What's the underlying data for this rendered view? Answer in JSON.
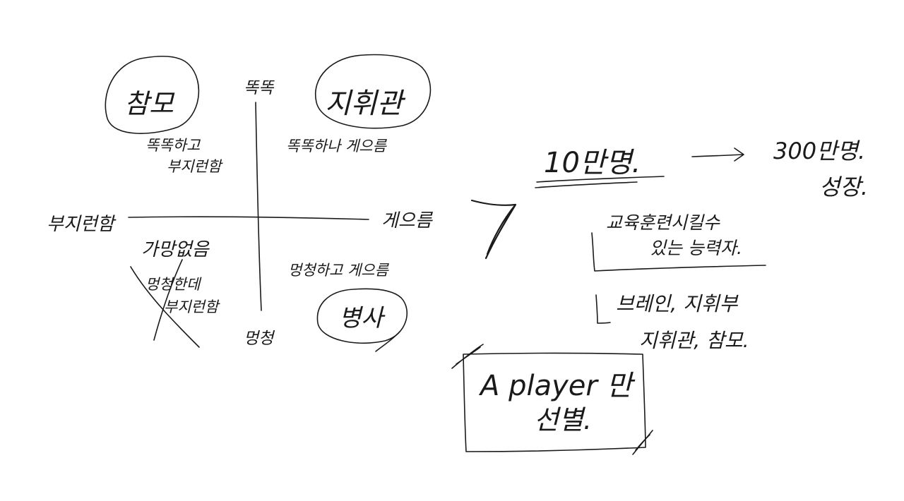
{
  "matrix": {
    "axis_top": "똑똑",
    "axis_bottom": "멍청",
    "axis_left": "부지런함",
    "axis_right": "게으름",
    "quadrants": {
      "top_left": {
        "title": "참모",
        "desc_line1": "똑똑하고",
        "desc_line2": "부지런함"
      },
      "top_right": {
        "title": "지휘관",
        "desc": "똑똑하나 게으름"
      },
      "bottom_left": {
        "title": "가망없음",
        "desc_line1": "멍청한데",
        "desc_line2": "부지런함"
      },
      "bottom_right": {
        "title": "병사",
        "desc": "멍청하고 게으름"
      }
    }
  },
  "growth": {
    "from": "10만명.",
    "to_line1": "300만명.",
    "to_line2": "성장.",
    "note1_line1": "교육훈련시킬수",
    "note1_line2": "있는 능력자.",
    "note2_line1": "브레인, 지휘부",
    "note2_line2": "지휘관, 참모."
  },
  "box": {
    "line1": "A player 만",
    "line2": "선별."
  }
}
